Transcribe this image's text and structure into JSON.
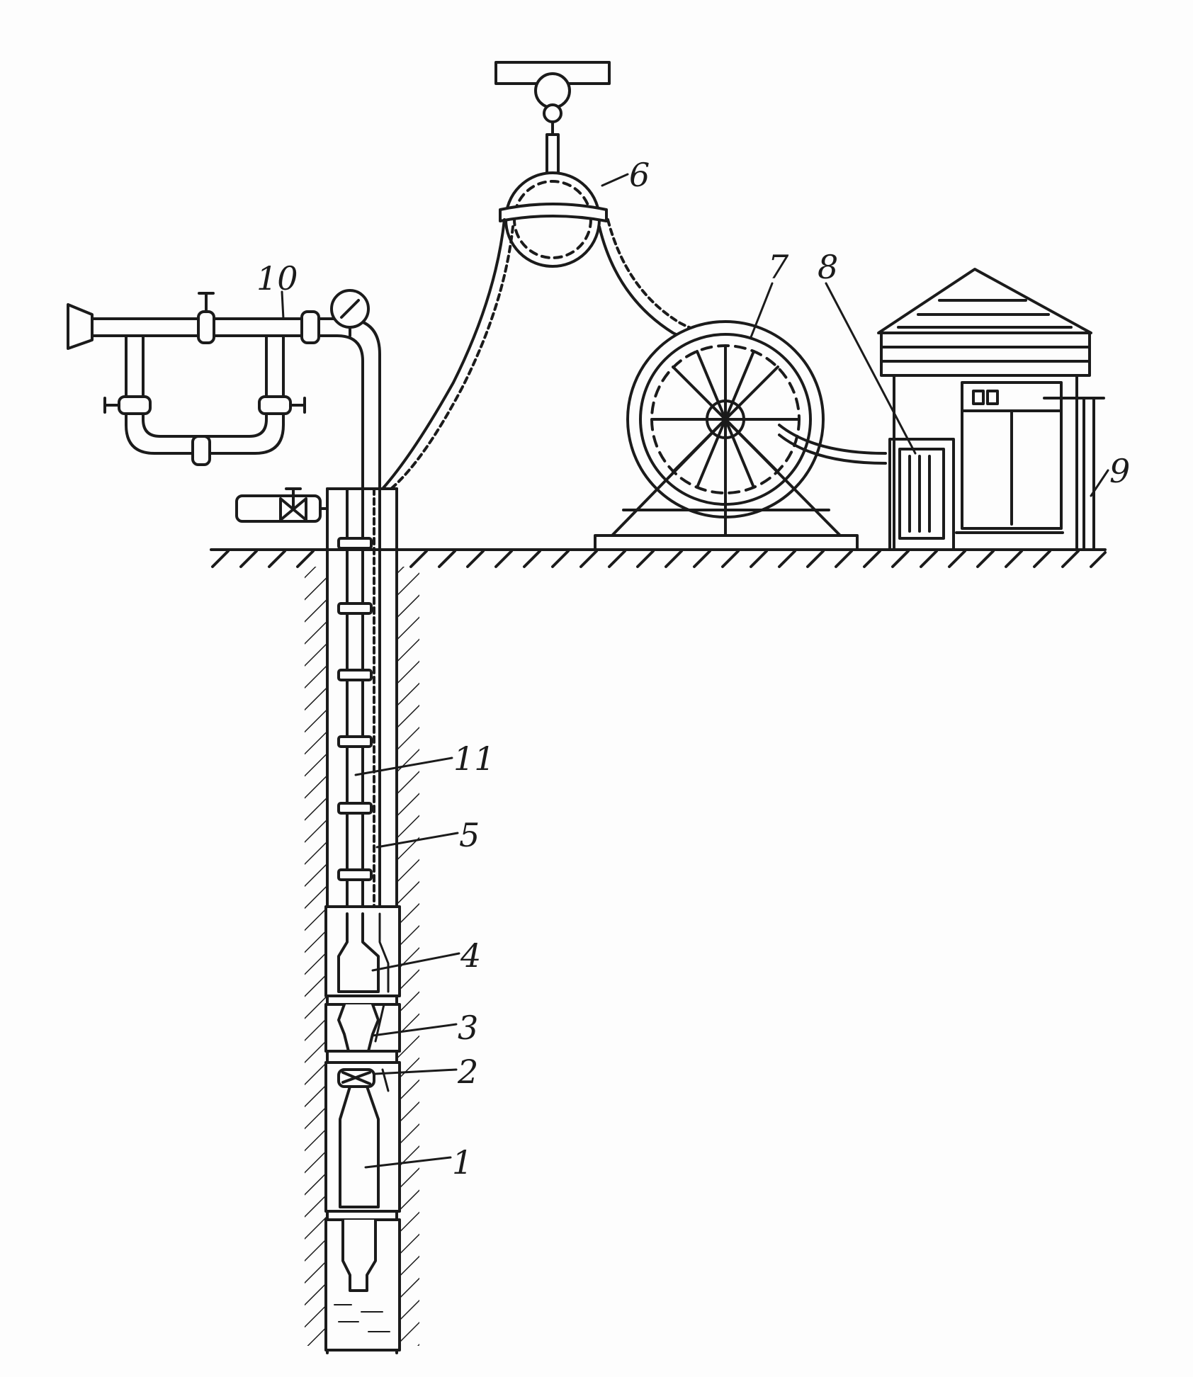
{
  "labels": {
    "motor": "1",
    "protector": "2",
    "intake": "3",
    "pump": "4",
    "cable": "5",
    "pulley": "6",
    "cable_drum": "7",
    "transformer": "8",
    "control_station": "9",
    "wellhead_piping": "10",
    "tubing": "11"
  },
  "colors": {
    "ink": "#1b1b1b",
    "fluid_hatch": "#555555",
    "paper": "#fdfdfd"
  },
  "icons": {
    "pressure_gauge": "pressure-gauge-icon",
    "valve": "gate-valve-icon"
  }
}
